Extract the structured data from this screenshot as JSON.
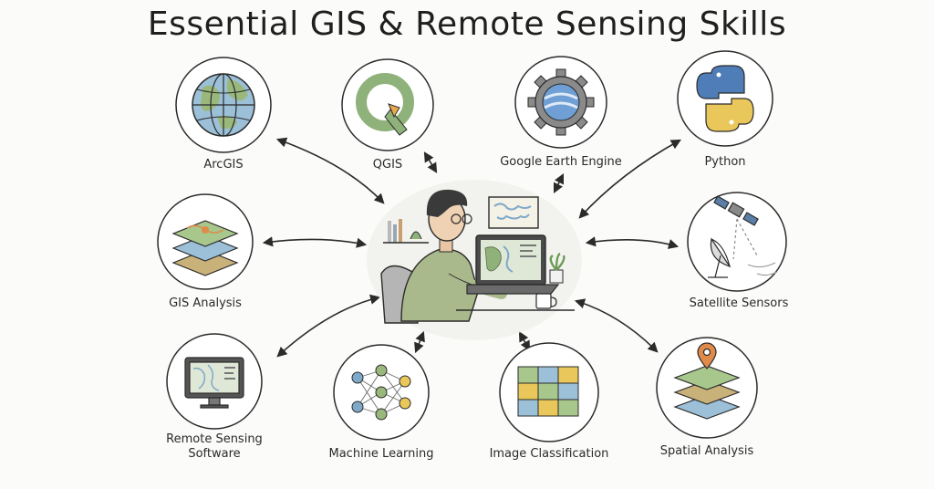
{
  "title": "Essential GIS & Remote Sensing Skills",
  "skills": [
    {
      "label": "ArcGIS",
      "icon": "globe-icon"
    },
    {
      "label": "QGIS",
      "icon": "qgis-logo-icon"
    },
    {
      "label": "Google Earth Engine",
      "icon": "gear-earth-icon"
    },
    {
      "label": "Python",
      "icon": "python-logo-icon"
    },
    {
      "label": "GIS Analysis",
      "icon": "map-layers-icon"
    },
    {
      "label": "Satellite Sensors",
      "icon": "satellite-dish-icon"
    },
    {
      "label": "Remote Sensing\nSoftware",
      "icon": "monitor-map-icon"
    },
    {
      "label": "Machine Learning",
      "icon": "neural-network-icon"
    },
    {
      "label": "Image Classification",
      "icon": "classified-grid-icon"
    },
    {
      "label": "Spatial Analysis",
      "icon": "location-layers-icon"
    }
  ],
  "center": {
    "icon": "analyst-at-laptop-illustration"
  },
  "colors": {
    "ink": "#2b2b2b",
    "green": "#8fb17a",
    "blue": "#7fa9c9",
    "yellow": "#e9c75a",
    "orange": "#e08a4a"
  }
}
